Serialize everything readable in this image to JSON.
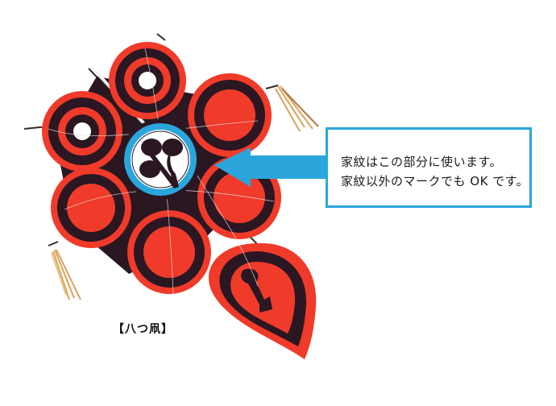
{
  "callout": {
    "line1": "家紋はこの部分に使います。",
    "line2": "家紋以外のマークでも OK です。"
  },
  "caption": "【八つ凧】",
  "colors": {
    "red": "#f03a2a",
    "dark": "#2a1722",
    "accent_blue": "#2aa6dc",
    "tassel": "#d9a45a"
  },
  "icons": {
    "crest": "tree-leaf-family-crest-icon",
    "arrow": "left-arrow-icon"
  }
}
